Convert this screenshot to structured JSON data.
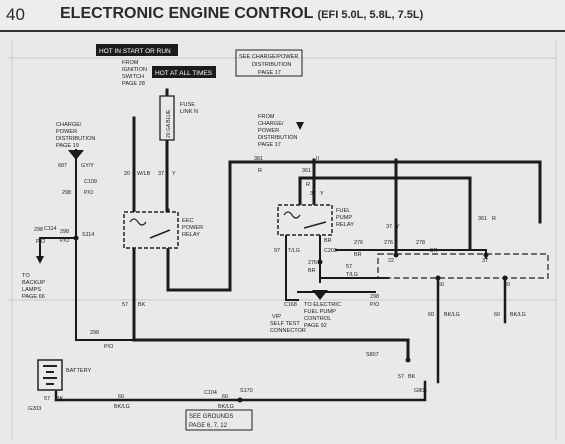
{
  "header": {
    "page_number": "40",
    "title": "ELECTRONIC ENGINE CONTROL",
    "subtitle": "(EFI 5.0L, 5.8L, 7.5L)"
  },
  "boxes": {
    "hot_start_run": "HOT IN START OR RUN",
    "hot_all_times": "HOT AT ALL TIMES",
    "see_grounds": [
      "SEE GROUNDS",
      "PAGE 6, 7, 12"
    ]
  },
  "labels": {
    "from_ignition": [
      "FROM",
      "IGNITION",
      "SWITCH",
      "PAGE 28"
    ],
    "charge_dist_box": [
      "SEE CHARGE/POWER",
      "DISTRIBUTION",
      "PAGE 17"
    ],
    "fuse_link": [
      "FUSE",
      "LINK N"
    ],
    "ga_blue": "20 GA BLUE",
    "charge_dist_left": [
      "CHARGE/",
      "POWER",
      "DISTRIBUTION",
      "PAGE 19"
    ],
    "from_charge": [
      "FROM",
      "CHARGE/",
      "POWER",
      "DISTRIBUTION",
      "PAGE 17"
    ],
    "eec_relay": [
      "EEC",
      "POWER",
      "RELAY"
    ],
    "fuel_relay": [
      "FUEL",
      "PUMP",
      "RELAY"
    ],
    "to_backup": [
      "TO",
      "BACKUP",
      "LAMPS",
      "PAGE 66"
    ],
    "to_fuel_pump": [
      "TO ELECTRIC",
      "FUEL PUMP",
      "CONTROL",
      "PAGE 92"
    ],
    "vip": [
      "VIP",
      "SELF TEST",
      "CONNECTOR"
    ],
    "battery": "BATTERY"
  },
  "wire_labels": {
    "w687": "687",
    "gy_y": "GY/Y",
    "w298a": "298",
    "p_o_a": "P/O",
    "c109": "C109",
    "c114": "C114",
    "w298b": "298",
    "p_o_b": "P/O",
    "s114": "S114",
    "w298c": "298",
    "p_o_c": "P/O",
    "w20": "20",
    "w_lb": "W/LB",
    "w37a": "37",
    "y_a": "Y",
    "w381a": "381",
    "r_a": "R",
    "w361a": "361",
    "r_b": "R",
    "w37b": "37",
    "y_b": "Y",
    "w97": "97",
    "t_lg": "T/LG",
    "br_a": "BR",
    "c202": "C202",
    "w276a": "276",
    "br_b": "BR",
    "w276b": "276",
    "br_c": "BR",
    "w57a": "57",
    "t_lg_b": "T/LG",
    "w97b": "97",
    "w57b": "57",
    "bk_a": "BK",
    "w298d": "298",
    "p_o_d": "P/O",
    "c168": "C168",
    "w37c": "37",
    "y_c": "Y",
    "w361b": "361",
    "r_c": "R",
    "w276c": "276",
    "w278": "278",
    "br_d": "BR",
    "w60a": "60",
    "w40": "40",
    "w60b": "60",
    "bk_lg_a": "BK/LG",
    "w60c": "60",
    "bk_lg_b": "BK/LG",
    "w298e": "298",
    "p_o_e": "P/O",
    "s807": "S807",
    "w57c": "57",
    "bk_b": "BK",
    "g801": "G801",
    "c104": "C104",
    "s170": "S170",
    "w60d": "60",
    "bk_lg_c": "BK/LG",
    "w60e": "60",
    "bk_lg_d": "BK/LG",
    "w57d": "57",
    "bk_c": "BK",
    "g203": "G203",
    "pin22": "22",
    "pin37": "37",
    "w11": "II"
  }
}
